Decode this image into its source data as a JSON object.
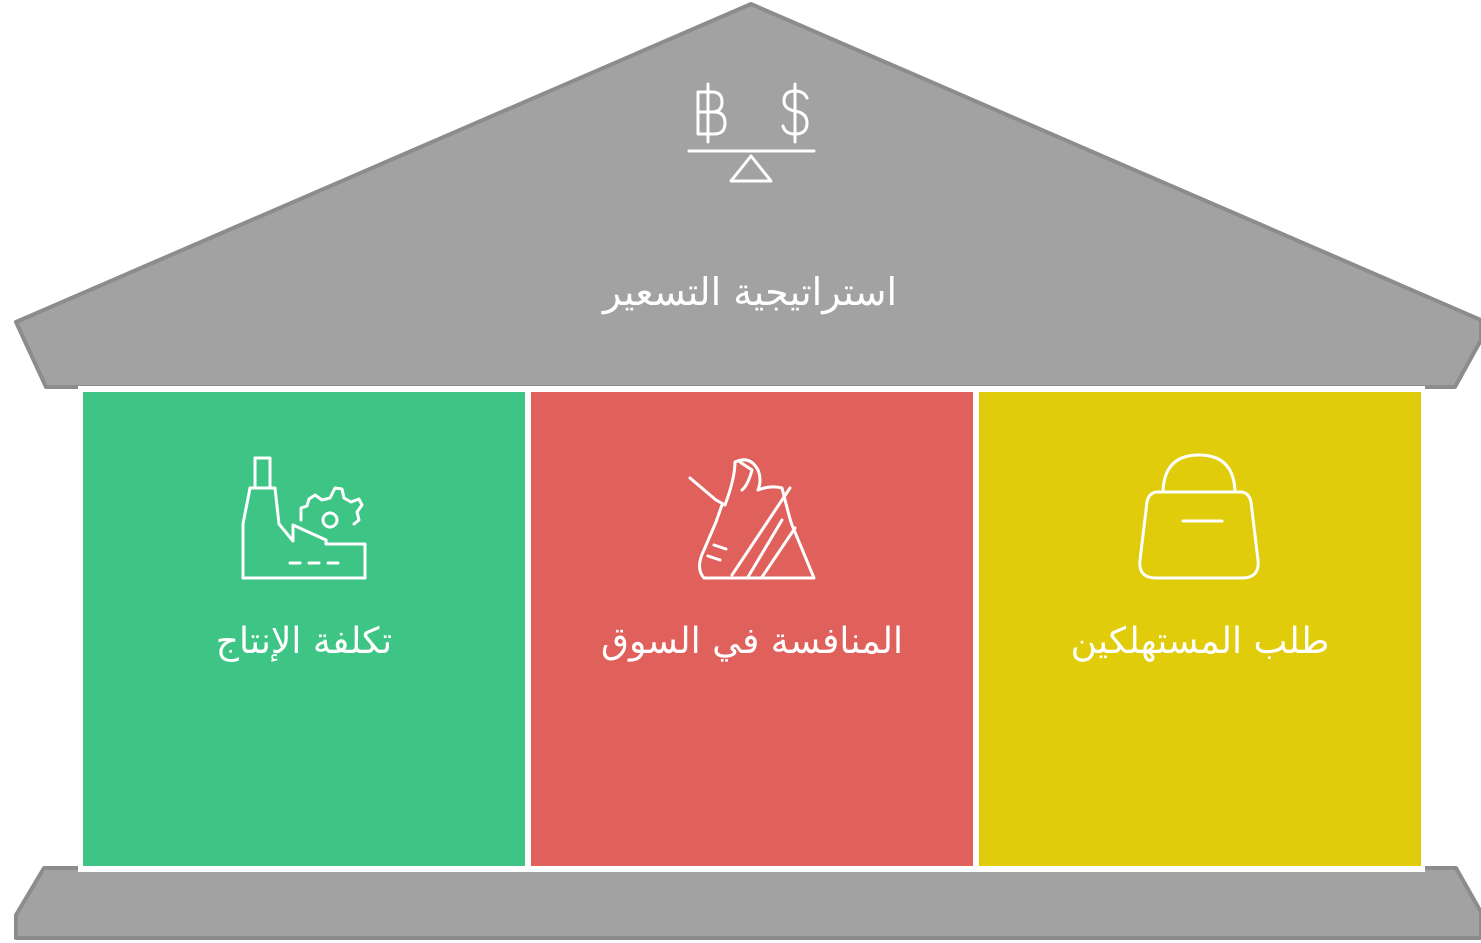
{
  "roof": {
    "title": "استراتيجية التسعير",
    "icon": "currency-balance-icon",
    "color": "#a2a2a2"
  },
  "pillars": [
    {
      "label": "تكلفة الإنتاج",
      "icon": "factory-gear-icon",
      "color": "#3ec485"
    },
    {
      "label": "المنافسة في السوق",
      "icon": "running-shoe-icon",
      "color": "#e0605c"
    },
    {
      "label": "طلب المستهلكين",
      "icon": "handbag-icon",
      "color": "#e0cc0a"
    }
  ],
  "base": {
    "color": "#a2a2a2"
  }
}
